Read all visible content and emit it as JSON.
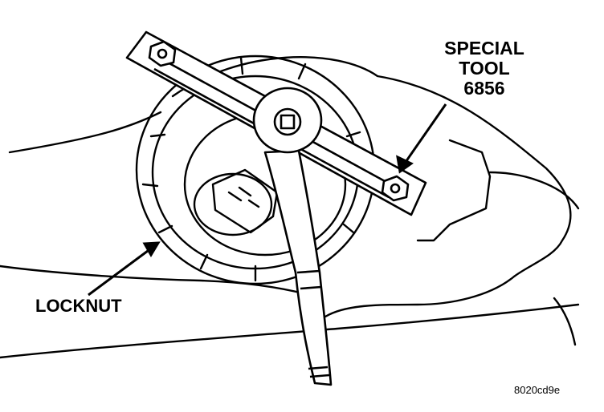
{
  "labels": {
    "special_tool": [
      "SPECIAL",
      "TOOL",
      "6856"
    ],
    "locknut": "LOCKNUT",
    "figure_code": "8020cd9e"
  },
  "colors": {
    "ink": "#000000",
    "paper": "#ffffff"
  }
}
